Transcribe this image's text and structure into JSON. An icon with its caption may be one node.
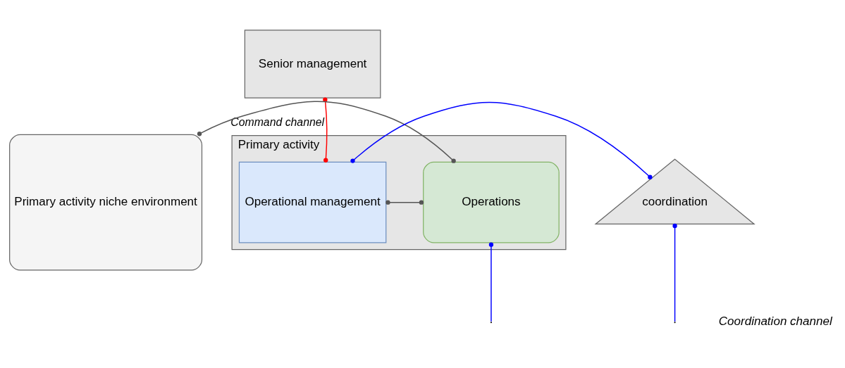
{
  "diagram": {
    "nodes": [
      {
        "text": [
          "Senior management"
        ]
      },
      {
        "text": [
          "Primary activity"
        ]
      },
      {
        "text": [
          "Operations"
        ],
        "in": 1
      },
      {
        "text": [
          "Operational management"
        ],
        "in": 1
      },
      {
        "text": [
          "Primary activity niche environment"
        ]
      },
      {
        "text": [
          "coordination"
        ]
      }
    ],
    "edges": [
      {
        "from": 0,
        "to": 3,
        "arrow": "other",
        "label": "Command channel",
        "color": "#ff0000"
      },
      {
        "from": 4,
        "to": 2,
        "arrow": "other",
        "color": "#555555"
      },
      {
        "from": 2,
        "to": 3,
        "arrow": "other",
        "color": "#555555"
      },
      {
        "from": 3,
        "to": 5,
        "arrow": "other",
        "color": "#0000ff"
      },
      {
        "from": 2,
        "to": null,
        "arrow": "other",
        "color": "#0000ff"
      },
      {
        "from": 5,
        "to": null,
        "arrow": "other",
        "color": "#0000ff"
      }
    ],
    "labels": [
      "Coordination channel"
    ]
  }
}
